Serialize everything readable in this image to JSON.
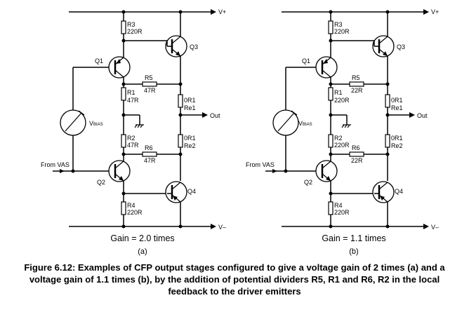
{
  "circuits": [
    {
      "rails": {
        "pos": "V+",
        "neg": "V–"
      },
      "transistors": {
        "q1": "Q1",
        "q2": "Q2",
        "q3": "Q3",
        "q4": "Q4"
      },
      "resistors": {
        "r3": {
          "name": "R3",
          "value": "220R"
        },
        "r1": {
          "name": "R1",
          "value": "47R"
        },
        "r5": {
          "name": "R5",
          "value": "47R"
        },
        "r2": {
          "name": "R2",
          "value": "47R"
        },
        "r6": {
          "name": "R6",
          "value": "47R"
        },
        "r4": {
          "name": "R4",
          "value": "220R"
        },
        "re1": {
          "name": "0R1",
          "value": "Re1"
        },
        "re2": {
          "name": "0R1",
          "value": "Re2"
        }
      },
      "vbias": {
        "main": "V",
        "sub": "BIAS"
      },
      "out": "Out",
      "from_vas": "From VAS",
      "gain": "Gain = 2.0 times",
      "sublabel": "(a)"
    },
    {
      "rails": {
        "pos": "V+",
        "neg": "V–"
      },
      "transistors": {
        "q1": "Q1",
        "q2": "Q2",
        "q3": "Q3",
        "q4": "Q4"
      },
      "resistors": {
        "r3": {
          "name": "R3",
          "value": "220R"
        },
        "r1": {
          "name": "R1",
          "value": "220R"
        },
        "r5": {
          "name": "R5",
          "value": "22R"
        },
        "r2": {
          "name": "R2",
          "value": "220R"
        },
        "r6": {
          "name": "R6",
          "value": "22R"
        },
        "r4": {
          "name": "R4",
          "value": "220R"
        },
        "re1": {
          "name": "0R1",
          "value": "Re1"
        },
        "re2": {
          "name": "0R1",
          "value": "Re2"
        }
      },
      "vbias": {
        "main": "V",
        "sub": "BIAS"
      },
      "out": "Out",
      "from_vas": "From VAS",
      "gain": "Gain = 1.1 times",
      "sublabel": "(b)"
    }
  ],
  "caption": {
    "line1": "Figure 6.12:  Examples of CFP output stages configured to give a voltage gain of 2 times (a) and a",
    "line2": "voltage gain of 1.1 times (b), by the addition of potential dividers R5, R1 and R6, R2 in the local",
    "line3": "feedback to the driver emitters"
  }
}
